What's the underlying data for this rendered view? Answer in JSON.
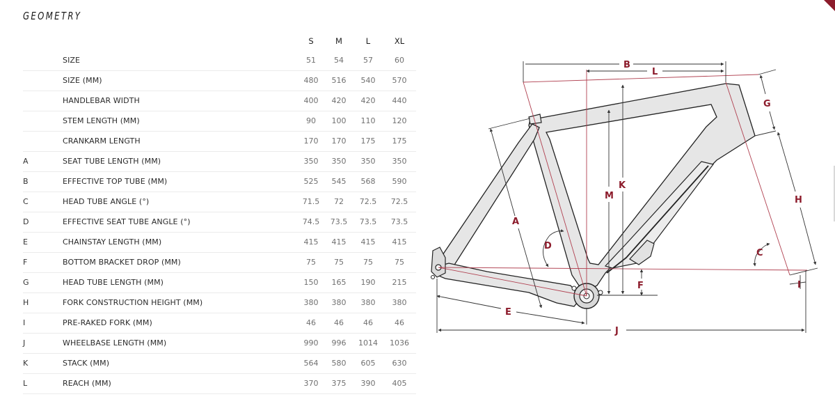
{
  "title": "GEOMETRY",
  "sizes": [
    "S",
    "M",
    "L",
    "XL"
  ],
  "rows": [
    {
      "letter": "",
      "label": "SIZE",
      "values": [
        "51",
        "54",
        "57",
        "60"
      ]
    },
    {
      "letter": "",
      "label": "SIZE (MM)",
      "values": [
        "480",
        "516",
        "540",
        "570"
      ]
    },
    {
      "letter": "",
      "label": "HANDLEBAR WIDTH",
      "values": [
        "400",
        "420",
        "420",
        "440"
      ]
    },
    {
      "letter": "",
      "label": "STEM LENGTH (MM)",
      "values": [
        "90",
        "100",
        "110",
        "120"
      ]
    },
    {
      "letter": "",
      "label": "CRANKARM LENGTH",
      "values": [
        "170",
        "170",
        "175",
        "175"
      ]
    },
    {
      "letter": "A",
      "label": "SEAT TUBE LENGTH (MM)",
      "values": [
        "350",
        "350",
        "350",
        "350"
      ]
    },
    {
      "letter": "B",
      "label": "EFFECTIVE TOP TUBE (MM)",
      "values": [
        "525",
        "545",
        "568",
        "590"
      ]
    },
    {
      "letter": "C",
      "label": "HEAD TUBE ANGLE (°)",
      "values": [
        "71.5",
        "72",
        "72.5",
        "72.5"
      ]
    },
    {
      "letter": "D",
      "label": "EFFECTIVE SEAT TUBE ANGLE (°)",
      "values": [
        "74.5",
        "73.5",
        "73.5",
        "73.5"
      ]
    },
    {
      "letter": "E",
      "label": "CHAINSTAY LENGTH (MM)",
      "values": [
        "415",
        "415",
        "415",
        "415"
      ]
    },
    {
      "letter": "F",
      "label": "BOTTOM BRACKET DROP (MM)",
      "values": [
        "75",
        "75",
        "75",
        "75"
      ]
    },
    {
      "letter": "G",
      "label": "HEAD TUBE LENGTH (MM)",
      "values": [
        "150",
        "165",
        "190",
        "215"
      ]
    },
    {
      "letter": "H",
      "label": "FORK CONSTRUCTION HEIGHT (MM)",
      "values": [
        "380",
        "380",
        "380",
        "380"
      ]
    },
    {
      "letter": "I",
      "label": "PRE-RAKED FORK (MM)",
      "values": [
        "46",
        "46",
        "46",
        "46"
      ]
    },
    {
      "letter": "J",
      "label": "WHEELBASE LENGTH (MM)",
      "values": [
        "990",
        "996",
        "1014",
        "1036"
      ]
    },
    {
      "letter": "K",
      "label": "STACK (MM)",
      "values": [
        "564",
        "580",
        "605",
        "630"
      ]
    },
    {
      "letter": "L",
      "label": "REACH (MM)",
      "values": [
        "370",
        "375",
        "390",
        "405"
      ]
    }
  ],
  "diagram_labels": {
    "A": "A",
    "B": "B",
    "C": "C",
    "D": "D",
    "E": "E",
    "F": "F",
    "G": "G",
    "H": "H",
    "I": "I",
    "J": "J",
    "K": "K",
    "L": "L",
    "M": "M"
  },
  "colors": {
    "accent": "#8c1b2b",
    "frame_fill": "#e6e6e6",
    "frame_stroke": "#222222"
  }
}
